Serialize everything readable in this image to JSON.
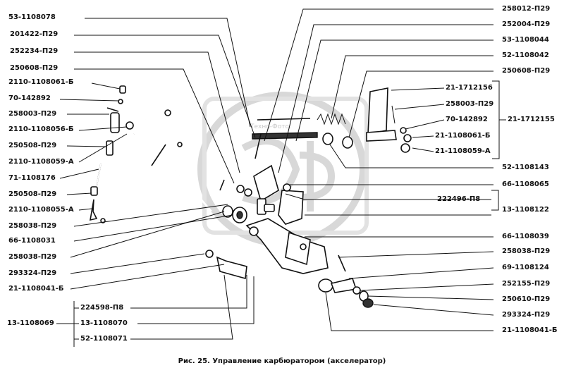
{
  "caption": "Рис. 25. Управление карбюратором (акселератор)",
  "watermark": {
    "logo_text": "ЭФ",
    "small_text": "Техно-Фото"
  },
  "labels": {
    "l1": "53-1108078",
    "l2": "201422-П29",
    "l3": "252234-П29",
    "l4": "250608-П29",
    "l5": "2110-1108061-Б",
    "l6": "70-142892",
    "l7": "258003-П29",
    "l8": "2110-1108056-Б",
    "l9": "250508-П29",
    "l10": "2110-1108059-А",
    "l11": "71-1108176",
    "l12": "250508-П29",
    "l13": "2110-1108055-А",
    "l14": "258038-П29",
    "l15": "66-1108031",
    "l16": "258038-П29",
    "l17": "293324-П29",
    "l18": "21-1108041-Б",
    "l19": "224598-П8",
    "l20": "13-1108070",
    "l21": "52-1108071",
    "l22": "13-1108069",
    "r1": "258012-П29",
    "r2": "252004-П29",
    "r3": "53-1108044",
    "r4": "52-1108042",
    "r5": "250608-П29",
    "r6": "21-1712156",
    "r7": "258003-П29",
    "r8": "70-142892",
    "r9": "21-1108061-Б",
    "r10": "21-1108059-А",
    "r11": "21-1712155",
    "r12": "52-1108143",
    "r13": "66-1108065",
    "r14": "222496-П8",
    "r15": "13-1108122",
    "r16": "66-1108039",
    "r17": "258038-П29",
    "r18": "69-1108124",
    "r19": "252155-П29",
    "r20": "250610-П29",
    "r21": "293324-П29",
    "r22": "21-1108041-Б"
  }
}
